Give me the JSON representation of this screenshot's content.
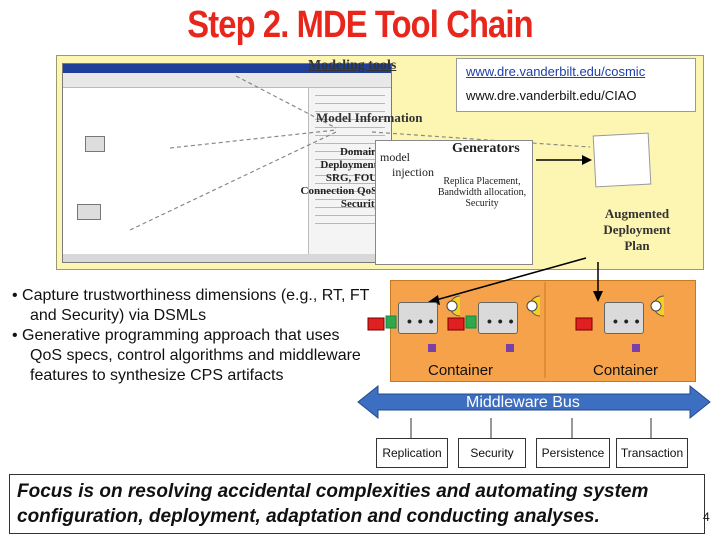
{
  "slide": {
    "title": "Step 2. MDE Tool Chain",
    "page_number": "4"
  },
  "toolchain": {
    "modeling_tools_label": "Modeling tools",
    "link_cosmic": "www.dre.vanderbilt.edu/cosmic",
    "link_ciao": "www.dre.vanderbilt.edu/CIAO",
    "model_information": "Model Information",
    "domain_details": [
      "Domain,",
      "Deployment,",
      "SRG, FOU,",
      "Connection QoS,",
      "Security"
    ],
    "generators_label": "Generators",
    "model_label": "model",
    "injection_label": "injection",
    "generator_outputs": [
      "Replica Placement,",
      "Bandwidth allocation,",
      "Security"
    ],
    "augmented_plan": [
      "Augmented",
      "Deployment",
      "Plan"
    ]
  },
  "bullets": [
    "Capture trustworthiness dimensions (e.g., RT, FT and Security) via DSMLs",
    "Generative programming approach that uses QoS specs, control algorithms and middleware features to synthesize CPS artifacts"
  ],
  "architecture": {
    "container_left": "Container",
    "container_right": "Container",
    "middleware_bus": "Middleware Bus",
    "services": [
      "Replication",
      "Security",
      "Persistence",
      "Transaction"
    ],
    "component_ellipsis": "• • •"
  },
  "focus": "Focus is on resolving accidental complexities and automating system configuration, deployment, adaptation and conducting analyses.",
  "colors": {
    "title": "#e8261c",
    "panel": "#fdf6b2",
    "container": "#f6a24a",
    "bus": "#3c6ec2"
  }
}
